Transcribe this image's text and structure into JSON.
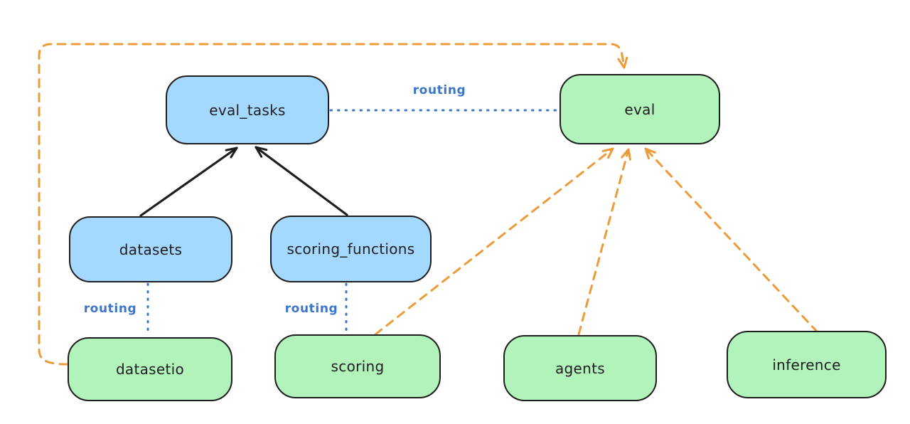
{
  "diagram": {
    "nodes": [
      {
        "id": "eval_tasks",
        "label": "eval_tasks",
        "kind": "resource"
      },
      {
        "id": "eval",
        "label": "eval",
        "kind": "api"
      },
      {
        "id": "datasets",
        "label": "datasets",
        "kind": "resource"
      },
      {
        "id": "scoring_functions",
        "label": "scoring_functions",
        "kind": "resource"
      },
      {
        "id": "datasetio",
        "label": "datasetio",
        "kind": "api"
      },
      {
        "id": "scoring",
        "label": "scoring",
        "kind": "api"
      },
      {
        "id": "agents",
        "label": "agents",
        "kind": "api"
      },
      {
        "id": "inference",
        "label": "inference",
        "kind": "api"
      }
    ],
    "routing_labels": [
      "routing",
      "routing",
      "routing"
    ],
    "edges": [
      {
        "from": "datasets",
        "to": "eval_tasks",
        "style": "solid-arrow",
        "color": "#1e1e1e"
      },
      {
        "from": "scoring_functions",
        "to": "eval_tasks",
        "style": "solid-arrow",
        "color": "#1e1e1e"
      },
      {
        "from": "scoring",
        "to": "eval",
        "style": "dashed-arrow",
        "color": "#ec9b3b"
      },
      {
        "from": "agents",
        "to": "eval",
        "style": "dashed-arrow",
        "color": "#ec9b3b"
      },
      {
        "from": "inference",
        "to": "eval",
        "style": "dashed-arrow",
        "color": "#ec9b3b"
      },
      {
        "from": "datasetio",
        "to": "eval",
        "style": "dashed-arrow",
        "color": "#ec9b3b"
      },
      {
        "from": "eval_tasks",
        "to": "eval",
        "style": "dotted",
        "label": "routing",
        "color": "#3b76c9"
      },
      {
        "from": "datasets",
        "to": "datasetio",
        "style": "dotted",
        "label": "routing",
        "color": "#3b76c9"
      },
      {
        "from": "scoring_functions",
        "to": "scoring",
        "style": "dotted",
        "label": "routing",
        "color": "#3b76c9"
      }
    ],
    "colors": {
      "resource_fill": "#a5d8ff",
      "api_fill": "#b2f2bb",
      "node_border": "#1e1e1e",
      "routing_blue": "#3b76c9",
      "dashed_orange": "#ec9b3b",
      "background": "#ffffff"
    }
  }
}
